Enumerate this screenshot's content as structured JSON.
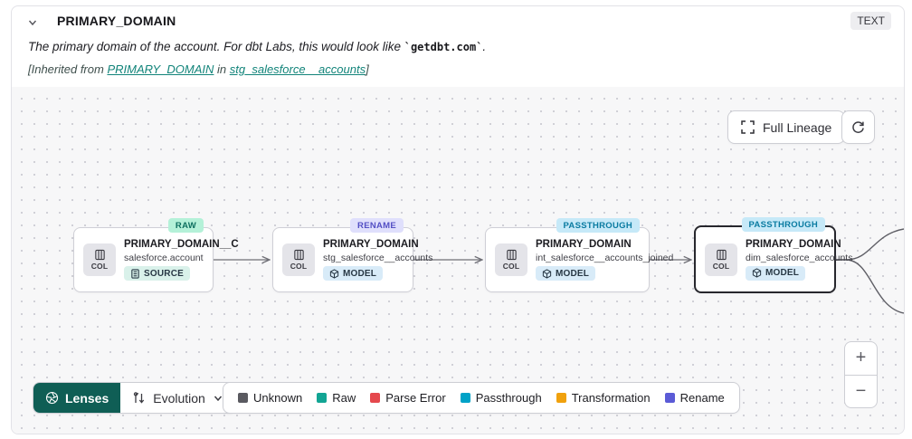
{
  "header": {
    "title": "PRIMARY_DOMAIN",
    "type_badge": "TEXT"
  },
  "description": {
    "text_before": "The primary domain of the account. For dbt Labs, this would look like ",
    "code": "`getdbt.com`",
    "text_after": "."
  },
  "inherited": {
    "prefix": "[Inherited from ",
    "column_link": "PRIMARY_DOMAIN",
    "middle": " in ",
    "model_link": "stg_salesforce__accounts",
    "suffix": "]"
  },
  "canvas": {
    "full_lineage_label": "Full Lineage",
    "zoom_in": "+",
    "zoom_out": "−",
    "nodes": [
      {
        "title": "PRIMARY_DOMAIN__C",
        "subtitle": "salesforce.account",
        "type": "SOURCE",
        "tag": "RAW",
        "chip": "COL",
        "selected": false
      },
      {
        "title": "PRIMARY_DOMAIN",
        "subtitle": "stg_salesforce__accounts",
        "type": "MODEL",
        "tag": "RENAME",
        "chip": "COL",
        "selected": false
      },
      {
        "title": "PRIMARY_DOMAIN",
        "subtitle": "int_salesforce__accounts_joined",
        "type": "MODEL",
        "tag": "PASSTHROUGH",
        "chip": "COL",
        "selected": false
      },
      {
        "title": "PRIMARY_DOMAIN",
        "subtitle": "dim_salesforce_accounts",
        "type": "MODEL",
        "tag": "PASSTHROUGH",
        "chip": "COL",
        "selected": true
      }
    ]
  },
  "footer": {
    "lenses_label": "Lenses",
    "lens_selector_value": "Evolution",
    "legend": [
      {
        "label": "Unknown",
        "color": "#5a5a60"
      },
      {
        "label": "Raw",
        "color": "#12a594"
      },
      {
        "label": "Parse Error",
        "color": "#e5484d"
      },
      {
        "label": "Passthrough",
        "color": "#00a2c7"
      },
      {
        "label": "Transformation",
        "color": "#f0a10d"
      },
      {
        "label": "Rename",
        "color": "#5b5bd6"
      }
    ]
  },
  "colors": {
    "lenses_button_bg": "#0f5e55",
    "tag_raw_bg": "#b4f1d8",
    "tag_raw_text": "#0d6f5f",
    "tag_rename_bg": "#dfdffc",
    "tag_rename_text": "#534fc4",
    "tag_passthrough_bg": "#c6e9f8",
    "tag_passthrough_text": "#0a7ba1",
    "source_badge_bg": "#d9f1ea",
    "model_badge_bg": "#d8ebf8",
    "link_teal": "#12847a"
  }
}
